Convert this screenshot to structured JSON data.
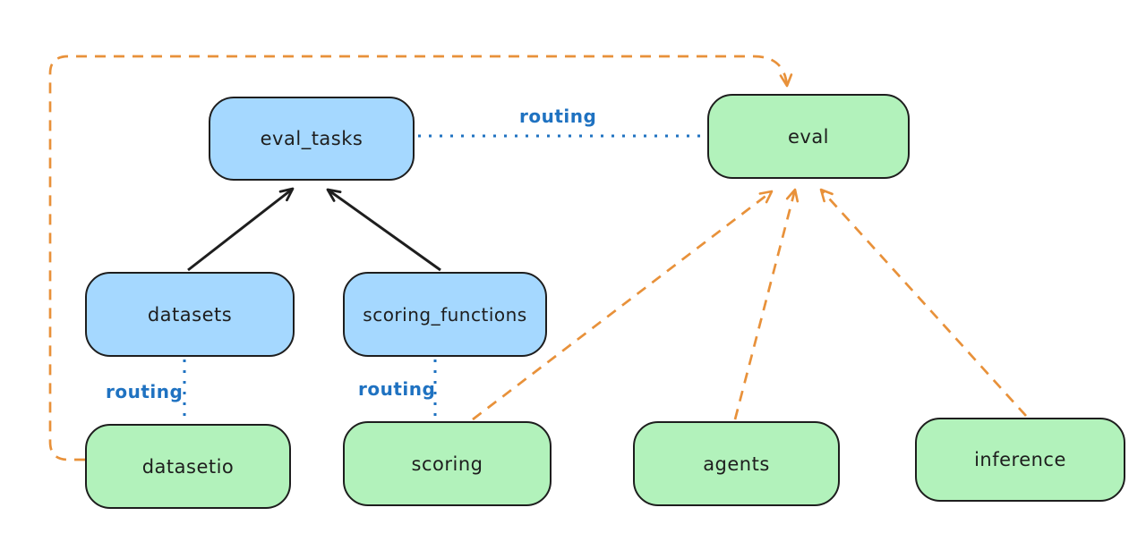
{
  "diagram": {
    "nodes": [
      {
        "id": "eval_tasks",
        "label": "eval_tasks",
        "fill": "blue"
      },
      {
        "id": "eval",
        "label": "eval",
        "fill": "green"
      },
      {
        "id": "datasets",
        "label": "datasets",
        "fill": "blue"
      },
      {
        "id": "scoring_functions",
        "label": "scoring_functions",
        "fill": "blue"
      },
      {
        "id": "datasetio",
        "label": "datasetio",
        "fill": "green"
      },
      {
        "id": "scoring",
        "label": "scoring",
        "fill": "green"
      },
      {
        "id": "agents",
        "label": "agents",
        "fill": "green"
      },
      {
        "id": "inference",
        "label": "inference",
        "fill": "green"
      }
    ],
    "edges": [
      {
        "from": "datasets",
        "to": "eval_tasks",
        "style": "solid-arrow",
        "color": "#1e1e1e"
      },
      {
        "from": "scoring_functions",
        "to": "eval_tasks",
        "style": "solid-arrow",
        "color": "#1e1e1e"
      },
      {
        "from": "eval_tasks",
        "to": "eval",
        "style": "dotted",
        "label": "routing",
        "color": "#1f72c1"
      },
      {
        "from": "datasets",
        "to": "datasetio",
        "style": "dotted",
        "label": "routing",
        "color": "#1f72c1"
      },
      {
        "from": "scoring_functions",
        "to": "scoring",
        "style": "dotted",
        "label": "routing",
        "color": "#1f72c1"
      },
      {
        "from": "datasetio",
        "to": "eval",
        "style": "dashed-arrow",
        "color": "#e8913a"
      },
      {
        "from": "scoring",
        "to": "eval",
        "style": "dashed-arrow",
        "color": "#e8913a"
      },
      {
        "from": "agents",
        "to": "eval",
        "style": "dashed-arrow",
        "color": "#e8913a"
      },
      {
        "from": "inference",
        "to": "eval",
        "style": "dashed-arrow",
        "color": "#e8913a"
      }
    ],
    "edge_labels": [
      {
        "text": "routing"
      },
      {
        "text": "routing"
      },
      {
        "text": "routing"
      }
    ],
    "colors": {
      "node_blue_fill": "#a5d8ff",
      "node_green_fill": "#b2f2bb",
      "node_stroke": "#1e1e1e",
      "routing_blue": "#1f72c1",
      "orange_dashed": "#e8913a",
      "background": "#ffffff"
    }
  }
}
